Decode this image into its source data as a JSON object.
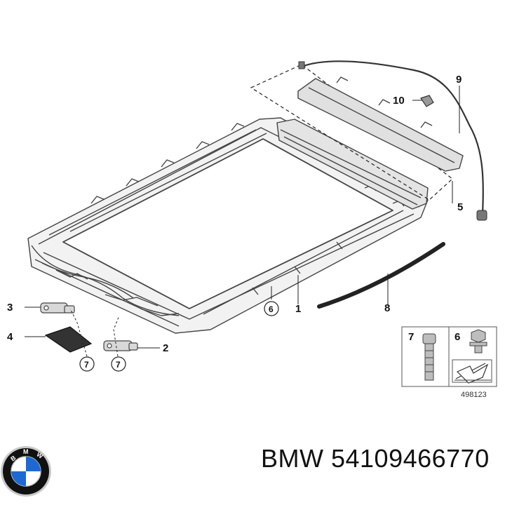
{
  "callouts": {
    "c1": "1",
    "c2": "2",
    "c3": "3",
    "c4": "4",
    "c5": "5",
    "c6": "6",
    "c7a": "7",
    "c7b": "7",
    "c8": "8",
    "c9": "9",
    "c10": "10"
  },
  "legend": {
    "bolt_number": "7",
    "screw_number": "6",
    "diagram_ref": "498123"
  },
  "logo": {
    "text": "BMW",
    "colors": {
      "blue": "#1c69d4",
      "black": "#111111",
      "silver": "#c9c9c9"
    }
  },
  "brand_label": "BMW 54109466770"
}
